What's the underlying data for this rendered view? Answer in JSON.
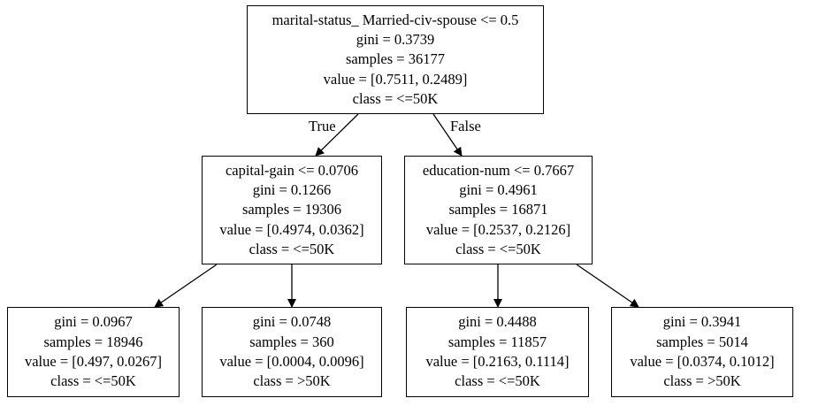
{
  "tree": {
    "root": {
      "split": "marital-status_ Married-civ-spouse <= 0.5",
      "gini": "gini = 0.3739",
      "samples": "samples = 36177",
      "value": "value = [0.7511, 0.2489]",
      "class": "class = <=50K"
    },
    "edges": {
      "true_label": "True",
      "false_label": "False"
    },
    "left": {
      "split": "capital-gain <= 0.0706",
      "gini": "gini = 0.1266",
      "samples": "samples = 19306",
      "value": "value = [0.4974, 0.0362]",
      "class": "class = <=50K"
    },
    "right": {
      "split": "education-num <= 0.7667",
      "gini": "gini = 0.4961",
      "samples": "samples = 16871",
      "value": "value = [0.2537, 0.2126]",
      "class": "class = <=50K"
    },
    "leaf_ll": {
      "gini": "gini = 0.0967",
      "samples": "samples = 18946",
      "value": "value = [0.497, 0.0267]",
      "class": "class = <=50K"
    },
    "leaf_lr": {
      "gini": "gini = 0.0748",
      "samples": "samples = 360",
      "value": "value = [0.0004, 0.0096]",
      "class": "class = >50K"
    },
    "leaf_rl": {
      "gini": "gini = 0.4488",
      "samples": "samples = 11857",
      "value": "value = [0.2163, 0.1114]",
      "class": "class = <=50K"
    },
    "leaf_rr": {
      "gini": "gini = 0.3941",
      "samples": "samples = 5014",
      "value": "value = [0.0374, 0.1012]",
      "class": "class = >50K"
    }
  }
}
